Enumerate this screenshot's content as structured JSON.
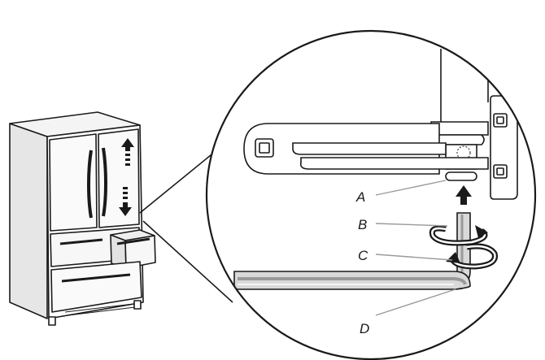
{
  "diagram": {
    "labels": {
      "a": "A",
      "b": "B",
      "c": "C",
      "d": "D"
    },
    "colors": {
      "line": "#1a1a1a",
      "fill_light": "#f2f2f2",
      "fill_mid": "#d9d9d9",
      "fill_dark": "#9a9a9a",
      "leader": "#9a9a9a"
    }
  }
}
